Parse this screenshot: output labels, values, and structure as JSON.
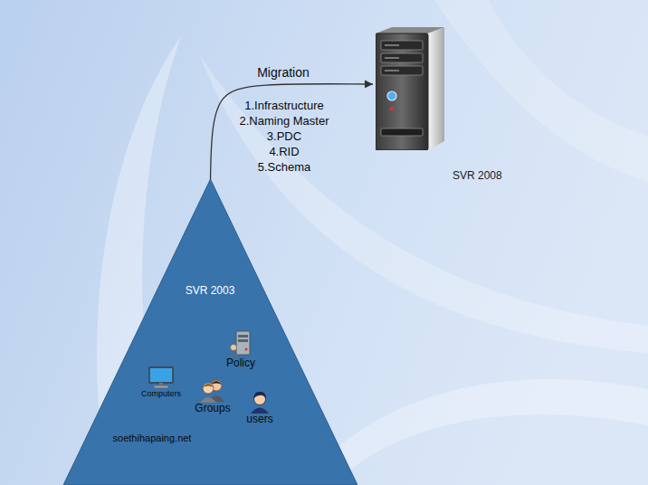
{
  "diagram": {
    "nodes": [
      {
        "text": [
          "SVR 2008"
        ]
      },
      {
        "text": [
          "SVR 2003"
        ]
      },
      {
        "text": [
          "Policy"
        ],
        "in": 1
      },
      {
        "text": [
          "Computers"
        ],
        "in": 1
      },
      {
        "text": [
          "Groups"
        ],
        "in": 1
      },
      {
        "text": [
          "users"
        ],
        "in": 1
      }
    ],
    "edges": [
      {
        "from": 1,
        "to": 0,
        "arrow": "to",
        "label": "Migration"
      }
    ],
    "labels": [
      "1.Infrastructure",
      "2.Naming Master",
      "3.PDC",
      "4.RID",
      "5.Schema",
      "soethihapaing.net"
    ]
  }
}
